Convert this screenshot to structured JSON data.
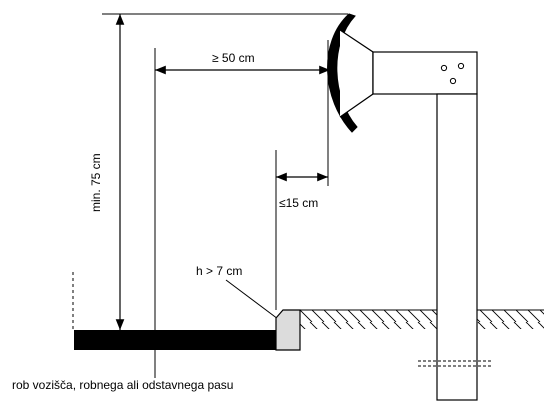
{
  "labels": {
    "height": "min. 75 cm",
    "reach": "≥ 50 cm",
    "offset": "≤15 cm",
    "curb": "h > 7 cm",
    "caption": "rob vozišča, robnega ali odstavnega pasu"
  }
}
